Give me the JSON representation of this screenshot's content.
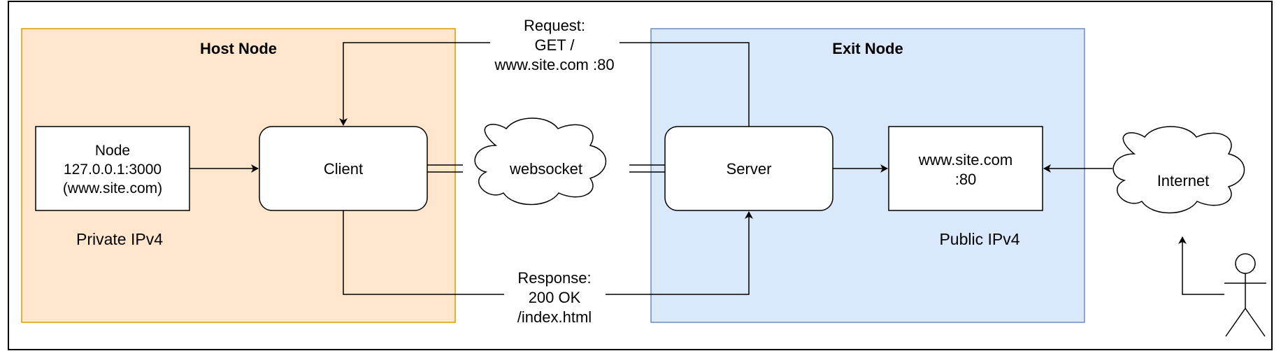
{
  "colors": {
    "host_fill": "#ffe6cc",
    "host_stroke": "#d79b00",
    "exit_fill": "#dae8fc",
    "exit_stroke": "#6c8ebf",
    "line": "#000000"
  },
  "host_node": {
    "title": "Host Node",
    "node_box": {
      "line1": "Node",
      "line2": "127.0.0.1:3000",
      "line3": "(www.site.com)"
    },
    "client_label": "Client",
    "ip_label": "Private IPv4"
  },
  "websocket_label": "websocket",
  "exit_node": {
    "title": "Exit Node",
    "server_label": "Server",
    "site_box": {
      "line1": "www.site.com",
      "line2": ":80"
    },
    "ip_label": "Public IPv4"
  },
  "internet_label": "Internet",
  "request": {
    "line1": "Request:",
    "line2": "GET /",
    "line3": "www.site.com :80"
  },
  "response": {
    "line1": "Response:",
    "line2": "200 OK",
    "line3": "/index.html"
  },
  "icons": {
    "actor": "user-actor-icon",
    "cloud": "cloud-icon"
  }
}
